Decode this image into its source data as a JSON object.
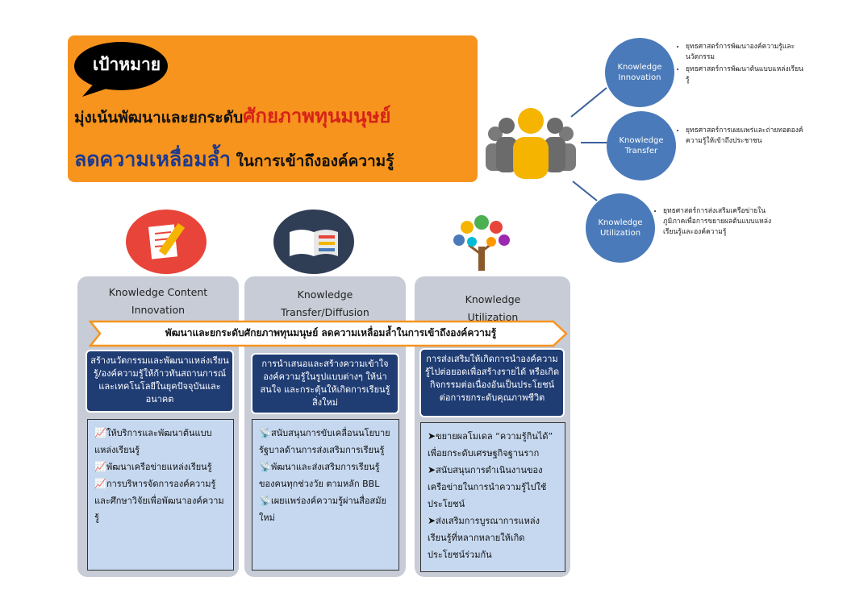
{
  "goal": {
    "label": "เป้าหมาย",
    "line1_prefix": "มุ่งเน้นพัฒนาและยกระดับ",
    "line1_emphasis": "ศักยภาพทุนมนุษย์",
    "line2_emphasis": "ลดความเหลื่อมล้ำ",
    "line2_suffix": " ในการเข้าถึงองค์ความรู้"
  },
  "knowledge_circles": [
    {
      "label_line1": "Knowledge",
      "label_line2": "Innovation",
      "bullets": [
        "ยุทธศาสตร์การพัฒนาองค์ความรู้และนวัตกรรม",
        "ยุทธศาสตร์การพัฒนาต้นแบบแหล่งเรียนรู้"
      ]
    },
    {
      "label_line1": "Knowledge",
      "label_line2": "Transfer",
      "bullets": [
        "ยุทธศาสตร์การเผยแพร่และถ่ายทอดองค์ความรู้ให้เข้าถึงประชาชน"
      ]
    },
    {
      "label_line1": "Knowledge",
      "label_line2": "Utilization",
      "bullets": [
        "ยุทธศาสตร์การส่งเสริมเครือข่ายในภูมิภาคเพื่อการขยายผลต้นแบบแหล่งเรียนรู้และองค์ความรู้"
      ]
    }
  ],
  "arrow_text": "พัฒนาและยกระดับศักยภาพทุนมนุษย์ ลดความเหลื่อมล้ำในการเข้าถึงองค์ความรู้",
  "columns": [
    {
      "title_line1": "Knowledge Content",
      "title_line2": "Innovation",
      "summary": "สร้างนวัตกรรมและพัฒนาแหล่งเรียนรู้/องค์ความรู้ให้ก้าวทันสถานการณ์และเทคโนโลยีในยุคปัจจุบันและอนาคต",
      "bullet_glyph": "📈",
      "items": [
        "ให้บริการและพัฒนาต้นแบบแหล่งเรียนรู้",
        "พัฒนาเครือข่ายแหล่งเรียนรู้",
        "การบริหารจัดการองค์ความรู้และศึกษาวิจัยเพื่อพัฒนาองค์ความรู้"
      ]
    },
    {
      "title_line1": "Knowledge",
      "title_line2": "Transfer/Diffusion",
      "summary": "การนำเสนอและสร้างความเข้าใจองค์ความรู้ในรูปแบบต่างๆ ให้น่าสนใจ และกระตุ้นให้เกิดการเรียนรู้สิ่งใหม่",
      "bullet_glyph": "📡",
      "items": [
        "สนับสนุนการขับเคลื่อนนโยบายรัฐบาลด้านการส่งเสริมการเรียนรู้",
        "พัฒนาและส่งเสริมการเรียนรู้ของคนทุกช่วงวัย ตามหลัก BBL",
        "เผยแพร่องค์ความรู้ผ่านสื่อสมัยใหม่"
      ]
    },
    {
      "title_line1": "Knowledge",
      "title_line2": "Utilization",
      "summary": "การส่งเสริมให้เกิดการนำองค์ความรู้ไปต่อยอดเพื่อสร้างรายได้ หรือเกิดกิจกรรมต่อเนื่องอันเป็นประโยชน์ต่อการยกระดับคุณภาพชีวิต",
      "bullet_glyph": "➤",
      "items": [
        "ขยายผลโมเดล “ความรู้กินได้” เพื่อยกระดับเศรษฐกิจฐานราก",
        "สนับสนุนการดำเนินงานของเครือข่ายในการนำความรู้ไปใช้ประโยชน์",
        "ส่งเสริมการบูรณาการแหล่งเรียนรู้ที่หลากหลายให้เกิดประโยชน์ร่วมกัน"
      ]
    }
  ],
  "colors": {
    "orange": "#f7941d",
    "red": "#d6231a",
    "navy": "#1f3c73",
    "circle_blue": "#4a7ab9",
    "light_blue": "#c6d8ef",
    "gray": "#c7ccd6",
    "people_yellow": "#f5b400"
  }
}
